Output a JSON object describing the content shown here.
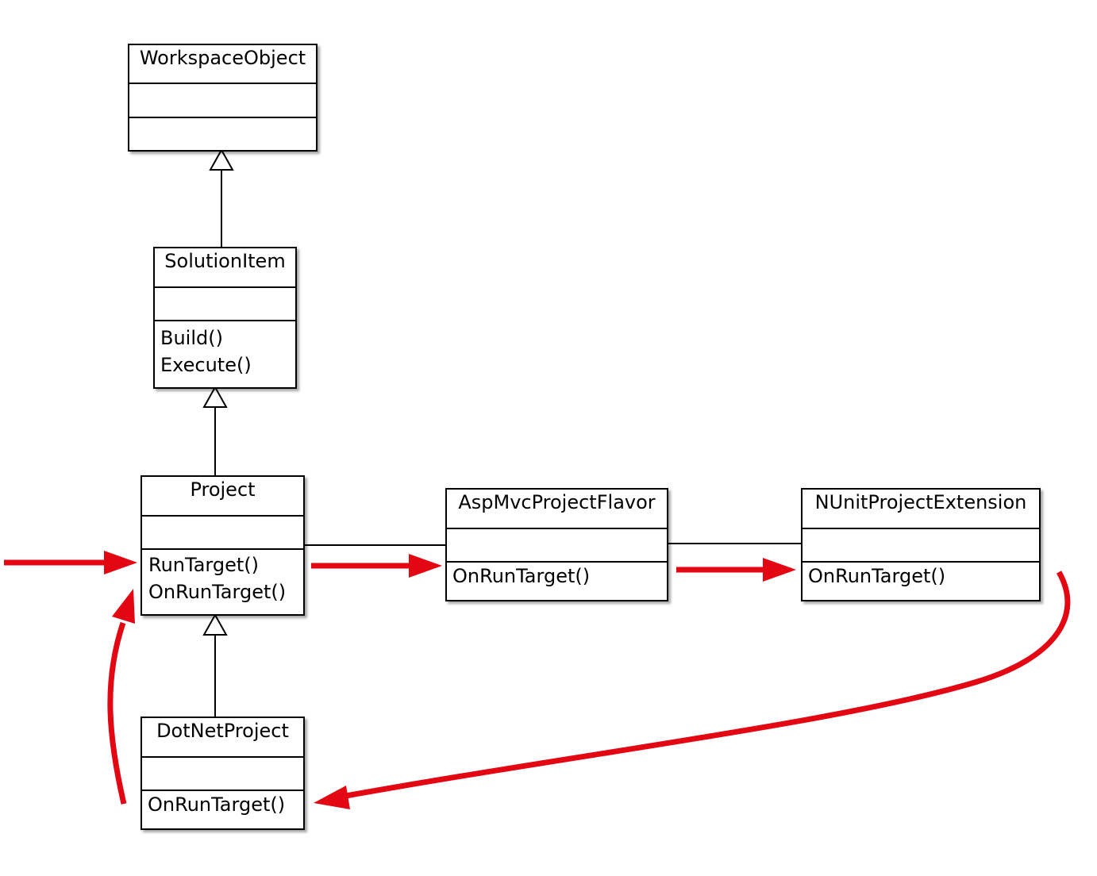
{
  "classes": {
    "workspace_object": {
      "name": "WorkspaceObject",
      "operations": []
    },
    "solution_item": {
      "name": "SolutionItem",
      "operations": [
        "Build()",
        "Execute()"
      ]
    },
    "project": {
      "name": "Project",
      "operations": [
        "RunTarget()",
        "OnRunTarget()"
      ]
    },
    "asp_mvc_project_flavor": {
      "name": "AspMvcProjectFlavor",
      "operations": [
        "OnRunTarget()"
      ]
    },
    "nunit_project_extension": {
      "name": "NUnitProjectExtension",
      "operations": [
        "OnRunTarget()"
      ]
    },
    "dot_net_project": {
      "name": "DotNetProject",
      "operations": [
        "OnRunTarget()"
      ]
    }
  },
  "relationships": [
    {
      "type": "generalization",
      "from": "SolutionItem",
      "to": "WorkspaceObject"
    },
    {
      "type": "generalization",
      "from": "Project",
      "to": "SolutionItem"
    },
    {
      "type": "generalization",
      "from": "DotNetProject",
      "to": "Project"
    },
    {
      "type": "association",
      "from": "Project",
      "to": "AspMvcProjectFlavor"
    },
    {
      "type": "association",
      "from": "AspMvcProjectFlavor",
      "to": "NUnitProjectExtension"
    }
  ],
  "call_flow": {
    "color": "#e30613",
    "steps": [
      {
        "from": "external",
        "to": "Project.RunTarget()"
      },
      {
        "from": "Project.RunTarget()",
        "to": "AspMvcProjectFlavor.OnRunTarget()"
      },
      {
        "from": "AspMvcProjectFlavor.OnRunTarget()",
        "to": "NUnitProjectExtension.OnRunTarget()"
      },
      {
        "from": "NUnitProjectExtension.OnRunTarget()",
        "to": "DotNetProject.OnRunTarget()"
      },
      {
        "from": "DotNetProject.OnRunTarget()",
        "to": "Project"
      }
    ]
  }
}
